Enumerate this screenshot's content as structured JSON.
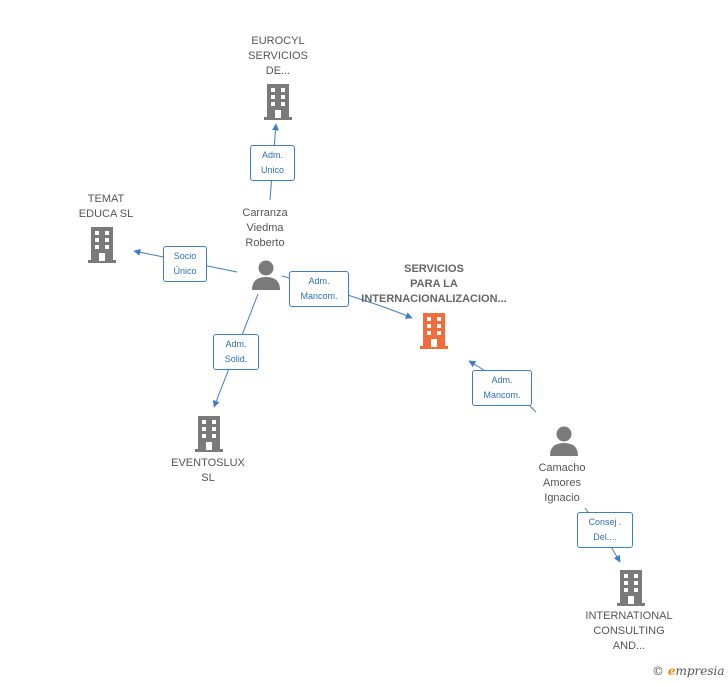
{
  "colors": {
    "company": "#7a7a7a",
    "focus": "#f26b3a",
    "person": "#7a7a7a",
    "edge": "#3d7fc6"
  },
  "nodes": {
    "eurocyl": {
      "label": "EUROCYL\nSERVICIOS\nDE...",
      "icon": "building-icon"
    },
    "temat": {
      "label": "TEMAT\nEDUCA  SL",
      "icon": "building-icon"
    },
    "carranza": {
      "label": "Carranza\nViedma\nRoberto",
      "icon": "person-icon"
    },
    "servicios": {
      "label": "SERVICIOS\nPARA LA\nINTERNACIONALIZACION...",
      "icon": "building-icon"
    },
    "eventoslux": {
      "label": "EVENTOSLUX\nSL",
      "icon": "building-icon"
    },
    "camacho": {
      "label": "Camacho\nAmores\nIgnacio",
      "icon": "person-icon"
    },
    "international": {
      "label": "INTERNATIONAL\nCONSULTING\nAND...",
      "icon": "building-icon"
    }
  },
  "roles": {
    "adm_unico": "Adm.\nUnico",
    "socio_unico": "Socio\nÚnico",
    "adm_mancom_1": "Adm.\nMancom.",
    "adm_solid": "Adm.\nSolid.",
    "adm_mancom_2": "Adm.\nMancom.",
    "consej_del": "Consej .\nDel...."
  },
  "brand": {
    "copyright": "©",
    "name_initial": "e",
    "name_rest": "mpresia"
  }
}
